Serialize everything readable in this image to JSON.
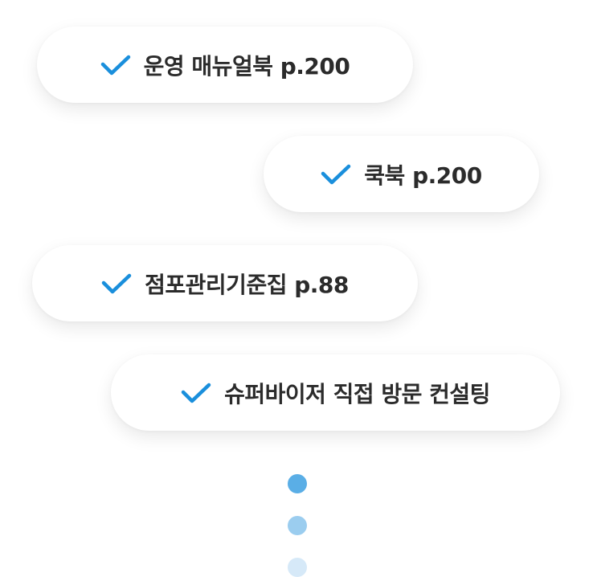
{
  "checklist": {
    "items": [
      {
        "label": "운영 매뉴얼북 p.200",
        "icon": "check-icon"
      },
      {
        "label": "쿡북 p.200",
        "icon": "check-icon"
      },
      {
        "label": "점포관리기준집 p.88",
        "icon": "check-icon"
      },
      {
        "label": "슈퍼바이저 직접 방문 컨설팅",
        "icon": "check-icon"
      }
    ],
    "check_color": "#1a8fdc",
    "text_color": "#2b2b2b"
  },
  "pagination": {
    "dots": [
      {
        "color": "#5aaee6"
      },
      {
        "color": "#9bcdef"
      },
      {
        "color": "#d6e9f8"
      }
    ]
  }
}
